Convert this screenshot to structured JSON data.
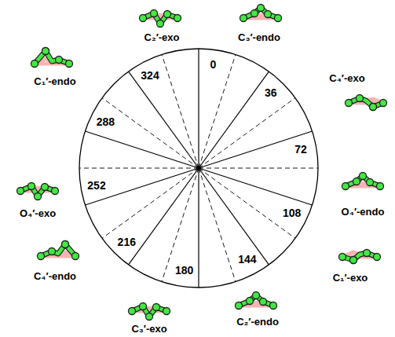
{
  "diagram": {
    "labels": [
      "C₃′-endo",
      "C₄′-exo",
      "O₄′-endo",
      "C₁′-exo",
      "C₂′-endo",
      "C₃′-exo",
      "C₄′-endo",
      "O₄′-exo",
      "C₁′-endo",
      "C₂′-exo",
      "0",
      "36",
      "72",
      "108",
      "144",
      "180",
      "216",
      "252",
      "288",
      "324"
    ]
  }
}
